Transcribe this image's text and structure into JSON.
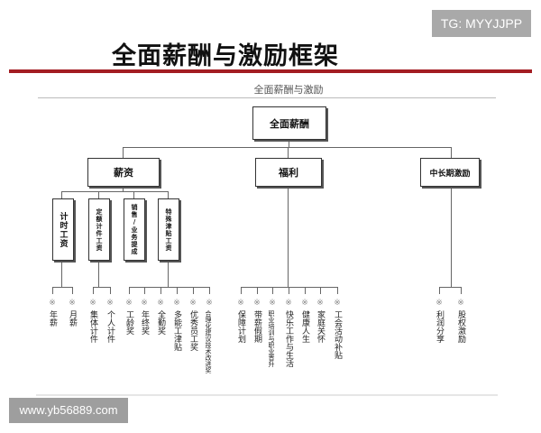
{
  "badge": "TG: MYYJJPP",
  "title": "全面薪酬与激励框架",
  "diagram_title": "全面薪酬与激励",
  "root": "全面薪酬",
  "categories": [
    {
      "label": "薪资",
      "subgroups": [
        {
          "label": "计时工资",
          "leaves": [
            "年薪",
            "月薪"
          ]
        },
        {
          "label": "定额计件工资",
          "leaves": [
            "集体计件",
            "个人计件"
          ]
        },
        {
          "label": "销售/业务提成",
          "leaves": []
        },
        {
          "label": "特殊津贴工资",
          "leaves": [
            "工龄奖",
            "年终奖",
            "全勤奖",
            "多能工津贴",
            "优秀员工奖",
            "合理化建议技术改进奖"
          ]
        }
      ]
    },
    {
      "label": "福利",
      "leaves": [
        "保障计划",
        "带薪假期",
        "职业培训与职业晋升",
        "快乐工作与生活",
        "健康人生",
        "家庭关怀",
        "工会活动补贴"
      ]
    },
    {
      "label": "中长期激励",
      "leaves": [
        "利润分享",
        "股权激励"
      ]
    }
  ],
  "leaf_marker": "※",
  "watermark": "www.yb56889.com"
}
